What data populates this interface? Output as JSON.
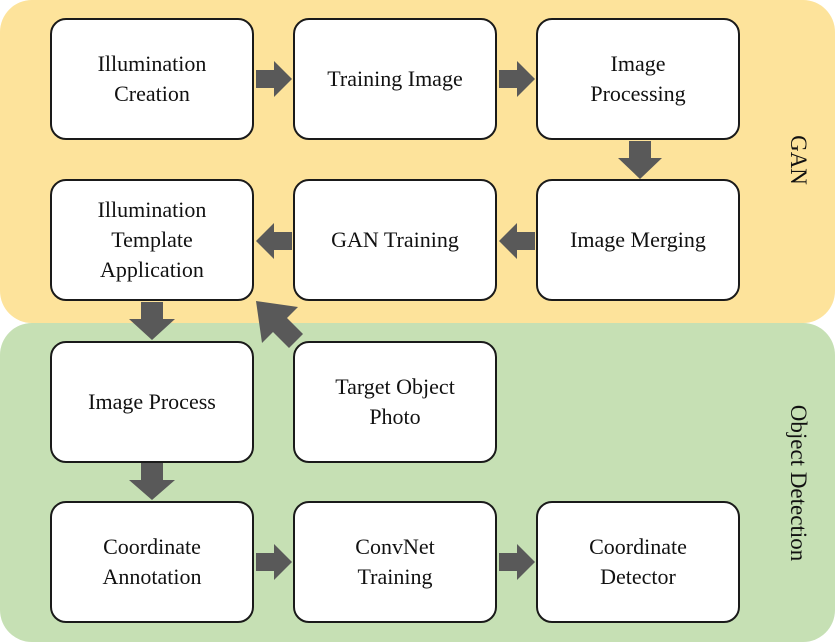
{
  "sections": {
    "gan": "GAN",
    "object_detection": "Object Detection"
  },
  "boxes": {
    "illumination_creation": "Illumination\nCreation",
    "training_image": "Training  Image",
    "image_processing": "Image\nProcessing",
    "illumination_template_application": "Illumination\nTemplate\nApplication",
    "gan_training": "GAN Training",
    "image_merging": "Image Merging",
    "image_process": "Image Process",
    "target_object_photo": "Target  Object\nPhoto",
    "coordinate_annotation": "Coordinate\nAnnotation",
    "convnet_training": "ConvNet\nTraining",
    "coordinate_detector": "Coordinate\nDetector"
  },
  "colors": {
    "gan_background": "#fde39b",
    "object_detection_background": "#c6e0b4",
    "arrow": "#595959"
  }
}
